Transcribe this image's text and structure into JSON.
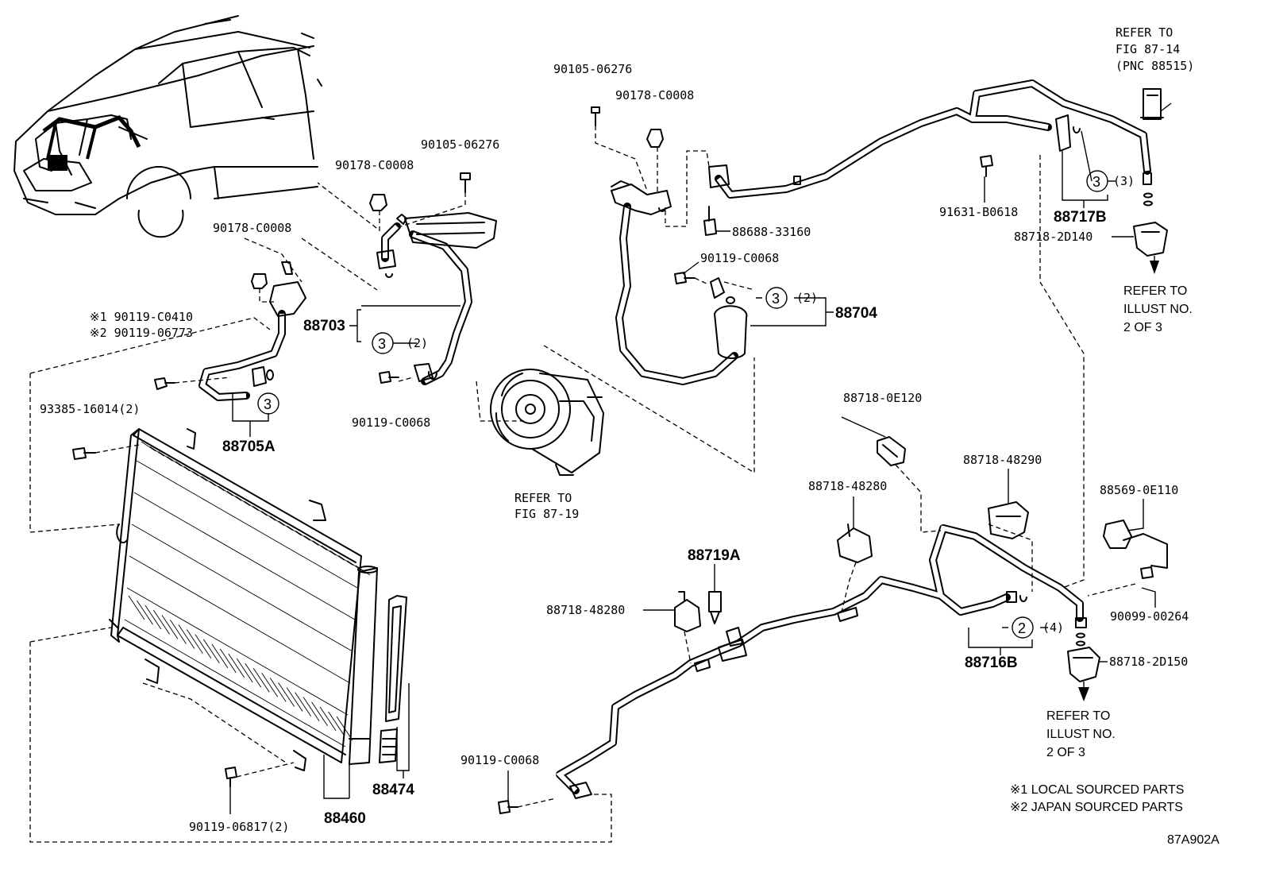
{
  "diagram": {
    "figure_code": "87A902A",
    "part_labels": {
      "p90105_06276_left": "90105-06276",
      "p90178_c0008_left": "90178-C0008",
      "p90178_c0008_far_left": "90178-C0008",
      "p90119_c0410": "※1 90119-C0410",
      "p90119_06773": "※2 90119-06773",
      "p93385_16014": "93385-16014(2)",
      "p88703": "88703",
      "p88705a": "88705A",
      "p90119_c0068_mid": "90119-C0068",
      "p90105_06276_top": "90105-06276",
      "p90178_c0008_top": "90178-C0008",
      "p88688_33160": "88688-33160",
      "p90119_c0068_top": "90119-C0068",
      "p88704": "88704",
      "p91631_b0618": "91631-B0618",
      "p88717b": "88717B",
      "p88718_2d140": "88718-2D140",
      "p88718_0e120": "88718-0E120",
      "p88718_48290": "88718-48290",
      "p88718_48280_upper": "88718-48280",
      "p88569_0e110": "88569-0E110",
      "p88719a": "88719A",
      "p88718_48280_lower": "88718-48280",
      "p90099_00264": "90099-00264",
      "p88716b": "88716B",
      "p88718_2d150": "88718-2D150",
      "p90119_c0068_bottom": "90119-C0068",
      "p88474": "88474",
      "p88460": "88460",
      "p90119_06817": "90119-06817(2)"
    },
    "circled_numbers": {
      "c88703": "3",
      "c88705a": "3",
      "c88704": "3",
      "c88717b": "3",
      "c88716b": "2"
    },
    "quantities": {
      "q88703": "(2)",
      "q88704": "(2)",
      "q88717b": "(3)",
      "q88716b": "(4)"
    },
    "references": {
      "fig_87_14": [
        "REFER TO",
        "FIG 87-14",
        "(PNC 88515)"
      ],
      "fig_87_19": [
        "REFER TO",
        "FIG 87-19"
      ],
      "illust_upper": [
        "REFER TO",
        "ILLUST NO.",
        "2 OF 3"
      ],
      "illust_lower": [
        "REFER TO",
        "ILLUST NO.",
        "2 OF 3"
      ]
    },
    "notes": {
      "local": "※1 LOCAL SOURCED PARTS",
      "japan": "※2 JAPAN SOURCED PARTS"
    }
  }
}
